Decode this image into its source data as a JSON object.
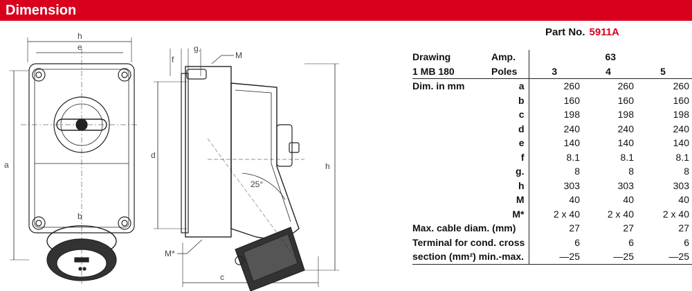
{
  "header": {
    "title": "Dimension"
  },
  "part": {
    "label": "Part No.",
    "value": "5911A"
  },
  "drawing_labels": {
    "h": "h",
    "e": "e",
    "a": "a",
    "b": "b",
    "d": "d",
    "f": "f",
    "g": "g.",
    "M": "M",
    "Mstar": "M*",
    "angle": "25°",
    "c": "c",
    "hh": "h"
  },
  "table": {
    "drawing_label": "Drawing",
    "drawing_code": "1 MB 180",
    "amp_label": "Amp.",
    "amp_value": "63",
    "poles_label": "Poles",
    "poles": [
      "3",
      "4",
      "5"
    ],
    "dim_label": "Dim. in mm",
    "rows": [
      {
        "key": "a",
        "values": [
          "260",
          "260",
          "260"
        ]
      },
      {
        "key": "b",
        "values": [
          "160",
          "160",
          "160"
        ]
      },
      {
        "key": "c",
        "values": [
          "198",
          "198",
          "198"
        ]
      },
      {
        "key": "d",
        "values": [
          "240",
          "240",
          "240"
        ]
      },
      {
        "key": "e",
        "values": [
          "140",
          "140",
          "140"
        ]
      },
      {
        "key": "f",
        "values": [
          "8.1",
          "8.1",
          "8.1"
        ]
      },
      {
        "key": "g.",
        "values": [
          "8",
          "8",
          "8"
        ]
      },
      {
        "key": "h",
        "values": [
          "303",
          "303",
          "303"
        ]
      },
      {
        "key": "M",
        "values": [
          "40",
          "40",
          "40"
        ]
      },
      {
        "key": "M*",
        "values": [
          "2 x 40",
          "2 x 40",
          "2 x 40"
        ]
      }
    ],
    "cable_label": "Max. cable diam. (mm)",
    "cable_values": [
      "27",
      "27",
      "27"
    ],
    "terminal_label_1": "Terminal for cond. cross",
    "terminal_values_1": [
      "6",
      "6",
      "6"
    ],
    "terminal_label_2": "section (mm²) min.-max.",
    "terminal_values_2": [
      "—25",
      "—25",
      "—25"
    ]
  }
}
